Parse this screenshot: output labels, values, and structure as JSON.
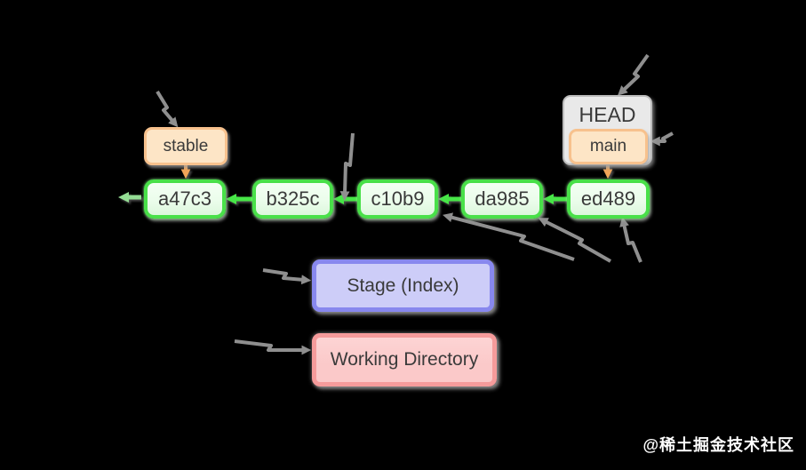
{
  "colors": {
    "background": "#000000",
    "commit-border": "#49e049",
    "commit-fill": "#ebfdeb",
    "commit-glow": "#8af08a",
    "branch-border": "#f7c18d",
    "branch-fill": "#fde5c6",
    "head-border": "#bdbdbd",
    "head-fill": "#e9e9e9",
    "stage-border": "#8888ee",
    "stage-fill": "#cdcdf8",
    "wd-border": "#f59b9b",
    "wd-fill": "#fbc9c9",
    "label-text": "#3a3a3a",
    "green-arrow": "#47e647",
    "green-arrow-light": "#94dd94",
    "orange-arrow": "#f2a558",
    "gray-arrow": "#8f8f8f",
    "shadow": "rgba(160,160,160,0.75)",
    "watermark-text": "#ffffff"
  },
  "graph": {
    "commits": [
      {
        "id": "a47c3"
      },
      {
        "id": "b325c"
      },
      {
        "id": "c10b9"
      },
      {
        "id": "da985"
      },
      {
        "id": "ed489"
      }
    ],
    "labels": {
      "stable": "stable",
      "head": "HEAD",
      "main": "main"
    },
    "areas": {
      "stage": "Stage (Index)",
      "working_directory": "Working Directory"
    }
  },
  "watermark": "@稀土掘金技术社区"
}
